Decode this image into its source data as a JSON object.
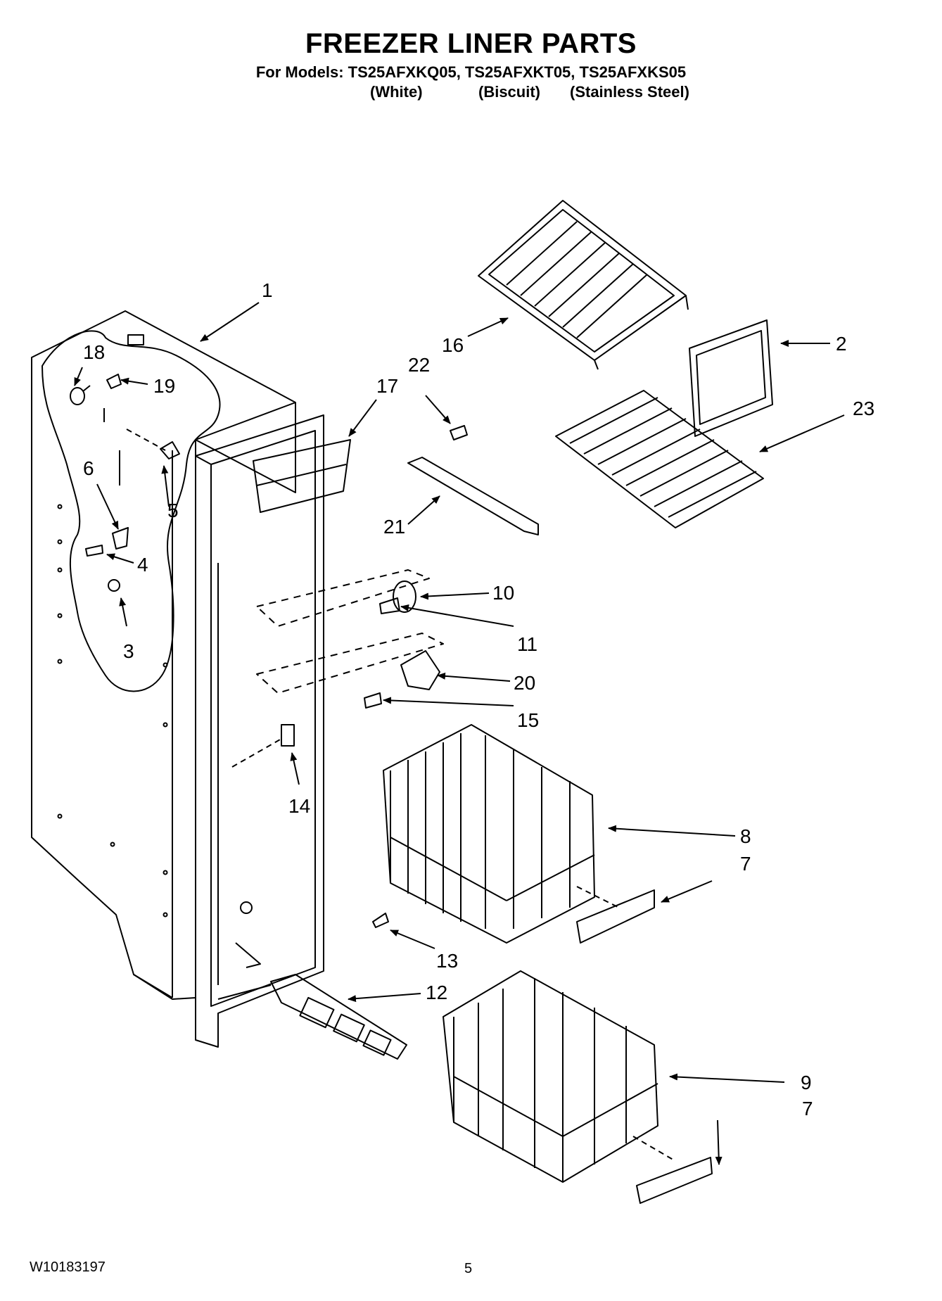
{
  "header": {
    "title": "FREEZER LINER PARTS",
    "models_line": "For Models: TS25AFXKQ05, TS25AFXKT05, TS25AFXKS05",
    "colors": [
      "(White)",
      "(Biscuit)",
      "(Stainless Steel)"
    ]
  },
  "callouts": {
    "c1": "1",
    "c2": "2",
    "c3": "3",
    "c4": "4",
    "c5": "5",
    "c6": "6",
    "c7a": "7",
    "c7b": "7",
    "c8": "8",
    "c9": "9",
    "c10": "10",
    "c11": "11",
    "c12": "12",
    "c13": "13",
    "c14": "14",
    "c15": "15",
    "c16": "16",
    "c17": "17",
    "c18": "18",
    "c19": "19",
    "c20": "20",
    "c21": "21",
    "c22": "22",
    "c23": "23"
  },
  "footer": {
    "document_code": "W10183197",
    "page_number": "5"
  }
}
